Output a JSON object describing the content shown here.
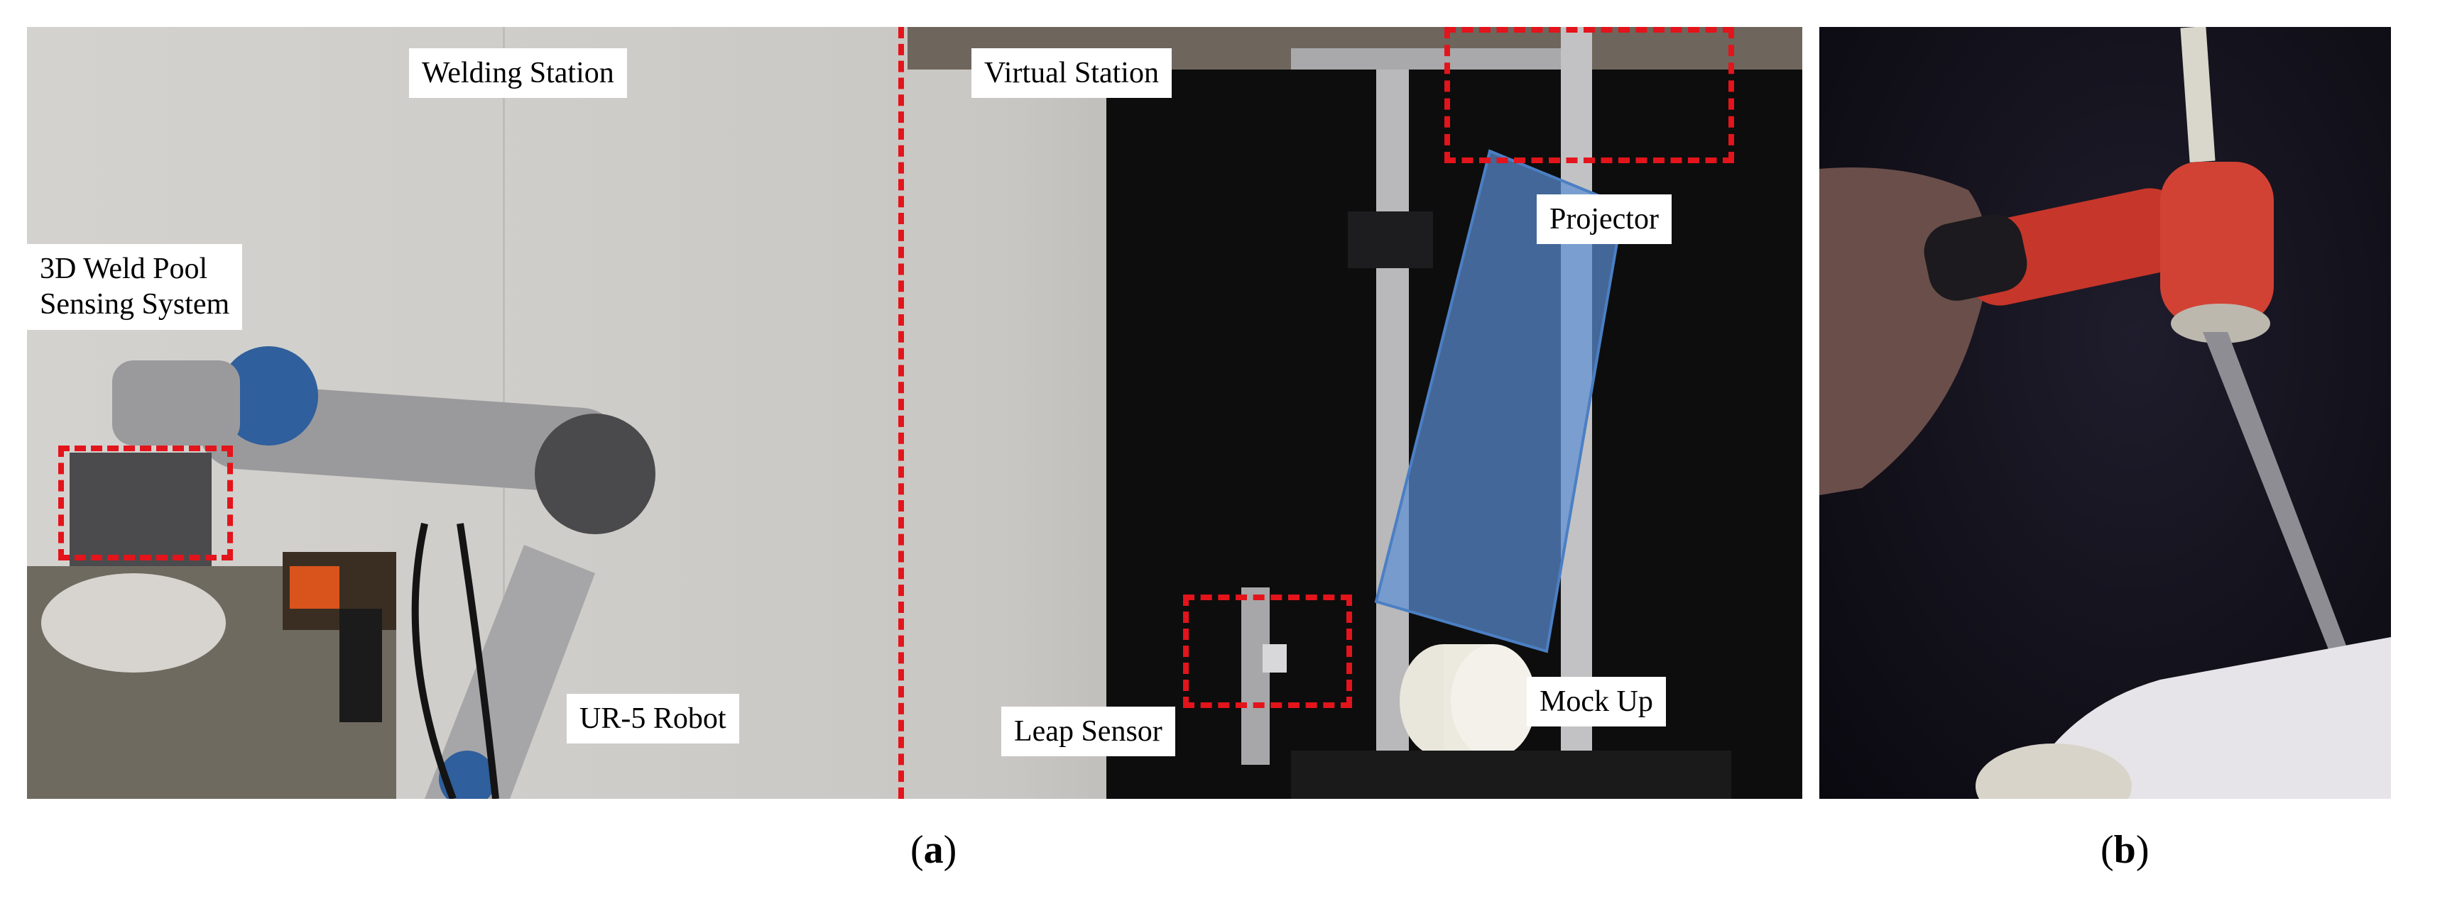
{
  "panel_a": {
    "labels": {
      "welding_station": "Welding Station",
      "virtual_station": "Virtual Station",
      "sensing_system": "3D Weld Pool\nSensing System",
      "projector": "Projector",
      "ur5_robot": "UR-5 Robot",
      "leap_sensor": "Leap Sensor",
      "mock_up": "Mock Up"
    },
    "caption_open": "(",
    "caption_letter": "a",
    "caption_close": ")"
  },
  "panel_b": {
    "caption_open": "(",
    "caption_letter": "b",
    "caption_close": ")"
  },
  "colors": {
    "dashed_red": "#e3141b",
    "projection_blue": "#5b8fd4",
    "robot_blue": "#2f5f9c",
    "robot_gray": "#9a9a9c",
    "background_curtain": "#0c0c0c"
  }
}
